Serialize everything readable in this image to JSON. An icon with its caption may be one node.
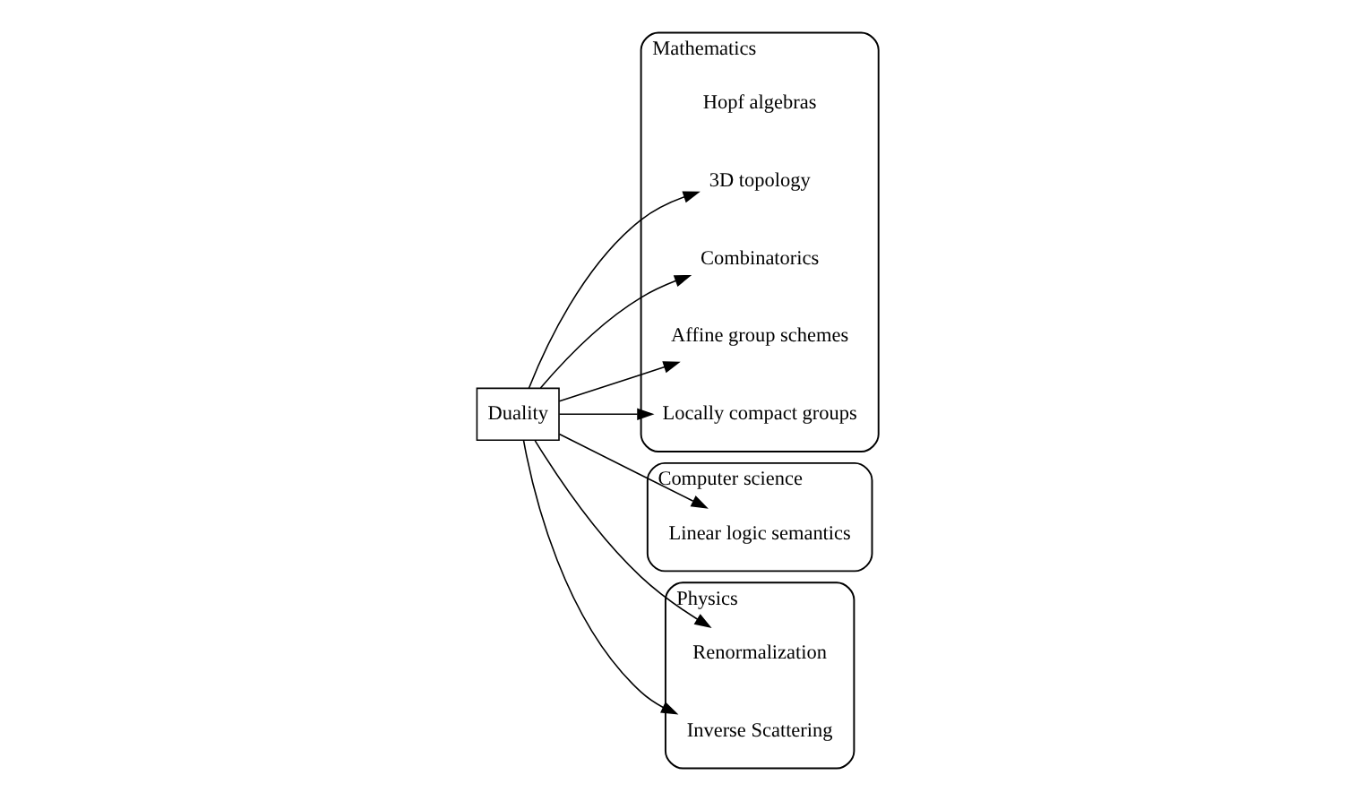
{
  "diagram": {
    "nodes": [
      {
        "text": [
          "Duality"
        ]
      },
      {
        "text": [
          "Mathematics"
        ]
      },
      {
        "text": [
          "Hopf algebras"
        ],
        "in": 1
      },
      {
        "text": [
          "3D topology"
        ],
        "in": 1
      },
      {
        "text": [
          "Combinatorics"
        ],
        "in": 1
      },
      {
        "text": [
          "Affine group schemes"
        ],
        "in": 1
      },
      {
        "text": [
          "Locally compact groups"
        ],
        "in": 1
      },
      {
        "text": [
          "Computer science"
        ]
      },
      {
        "text": [
          "Linear logic semantics"
        ],
        "in": 7
      },
      {
        "text": [
          "Physics"
        ]
      },
      {
        "text": [
          "Renormalization"
        ],
        "in": 9
      },
      {
        "text": [
          "Inverse Scattering"
        ],
        "in": 9
      }
    ],
    "edges": [
      {
        "from": 0,
        "to": 8,
        "arrow": "to"
      },
      {
        "from": 0,
        "to": 10,
        "arrow": "to"
      },
      {
        "from": 0,
        "to": 11,
        "arrow": "to"
      },
      {
        "from": 0,
        "to": 3,
        "arrow": "to"
      },
      {
        "from": 0,
        "to": 4,
        "arrow": "to"
      },
      {
        "from": 0,
        "to": 5,
        "arrow": "to"
      },
      {
        "from": 0,
        "to": 6,
        "arrow": "to"
      }
    ]
  }
}
